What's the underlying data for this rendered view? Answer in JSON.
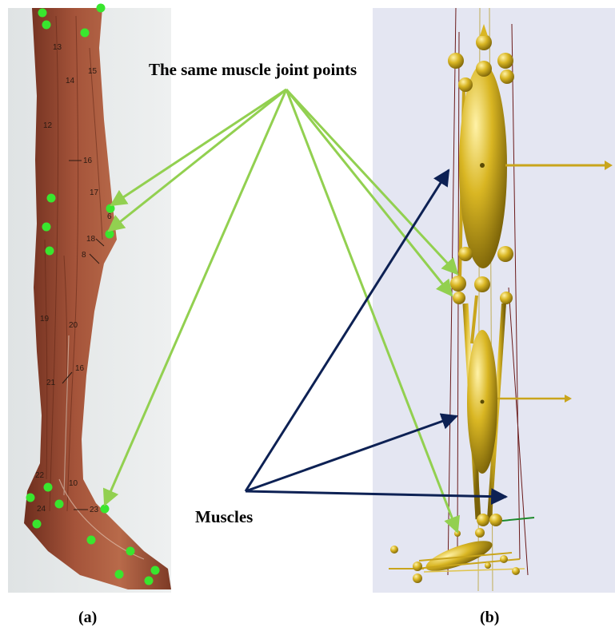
{
  "annotations": {
    "joint_points_label": "The same muscle joint points",
    "muscles_label": "Muscles"
  },
  "panels": [
    {
      "caption": "(a)",
      "content": "anatomical photograph of leg muscles with green joint-point markers"
    },
    {
      "caption": "(b)",
      "content": "3D musculoskeletal model of leg"
    }
  ],
  "anatomy_numbers": [
    "13",
    "14",
    "15",
    "12",
    "16",
    "17",
    "6",
    "18",
    "8",
    "19",
    "20",
    "16",
    "21",
    "22",
    "10",
    "24",
    "23"
  ],
  "colors": {
    "joint_marker": "#39e62e",
    "joint_arrow": "#92d050",
    "muscle_arrow": "#0d2154",
    "model_gold": "#d4b01c",
    "model_background": "#e4e6f2",
    "photo_muscle": "#9a4a33"
  }
}
